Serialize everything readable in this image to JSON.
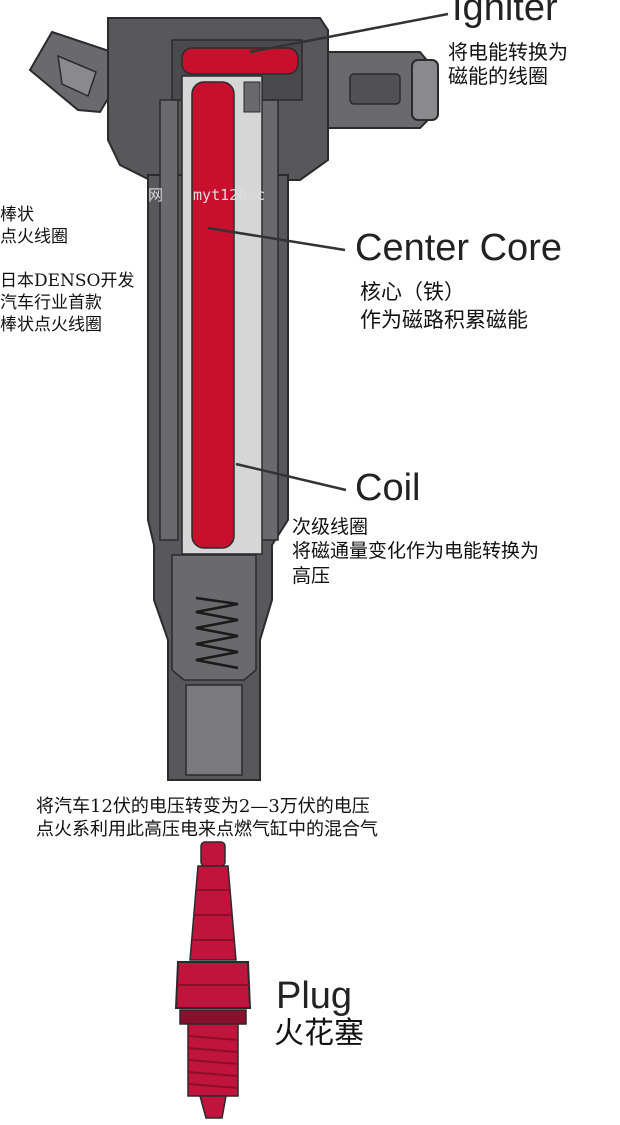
{
  "colors": {
    "body_dark": "#515154",
    "body_mid": "#6a6a6e",
    "body_light": "#8a8a8e",
    "core_red": "#c8102e",
    "core_light": "#d6d6d6",
    "outline": "#2b2b2b",
    "plug_red": "#c0143c",
    "plug_dark": "#8a0f2a"
  },
  "labels": {
    "igniter": {
      "title": "Igniter",
      "desc_line1": "将电能转换为",
      "desc_line2": "磁能的线圈"
    },
    "center_core": {
      "title": "Center Core",
      "desc_line1": "核心（铁）",
      "desc_line2": "作为磁路积累磁能"
    },
    "coil": {
      "title": "Coil",
      "desc_line1": "次级线圈",
      "desc_line2": "将磁通量变化作为电能转换为",
      "desc_line3": "高压"
    },
    "plug": {
      "title": "Plug",
      "desc": "火花塞"
    },
    "left_note": {
      "line1": "棒状",
      "line2": "点火线圈",
      "line3": "日本DENSO开发",
      "line4": "汽车行业首款",
      "line5": "棒状点火线圈"
    },
    "bottom_note": {
      "line1": "将汽车12伏的电压转变为2—3万伏的电压",
      "line2": "点火系利用此高压电来点燃气缸中的混合气"
    },
    "watermark": {
      "part1": "网",
      "part2": "myt126.c"
    }
  }
}
